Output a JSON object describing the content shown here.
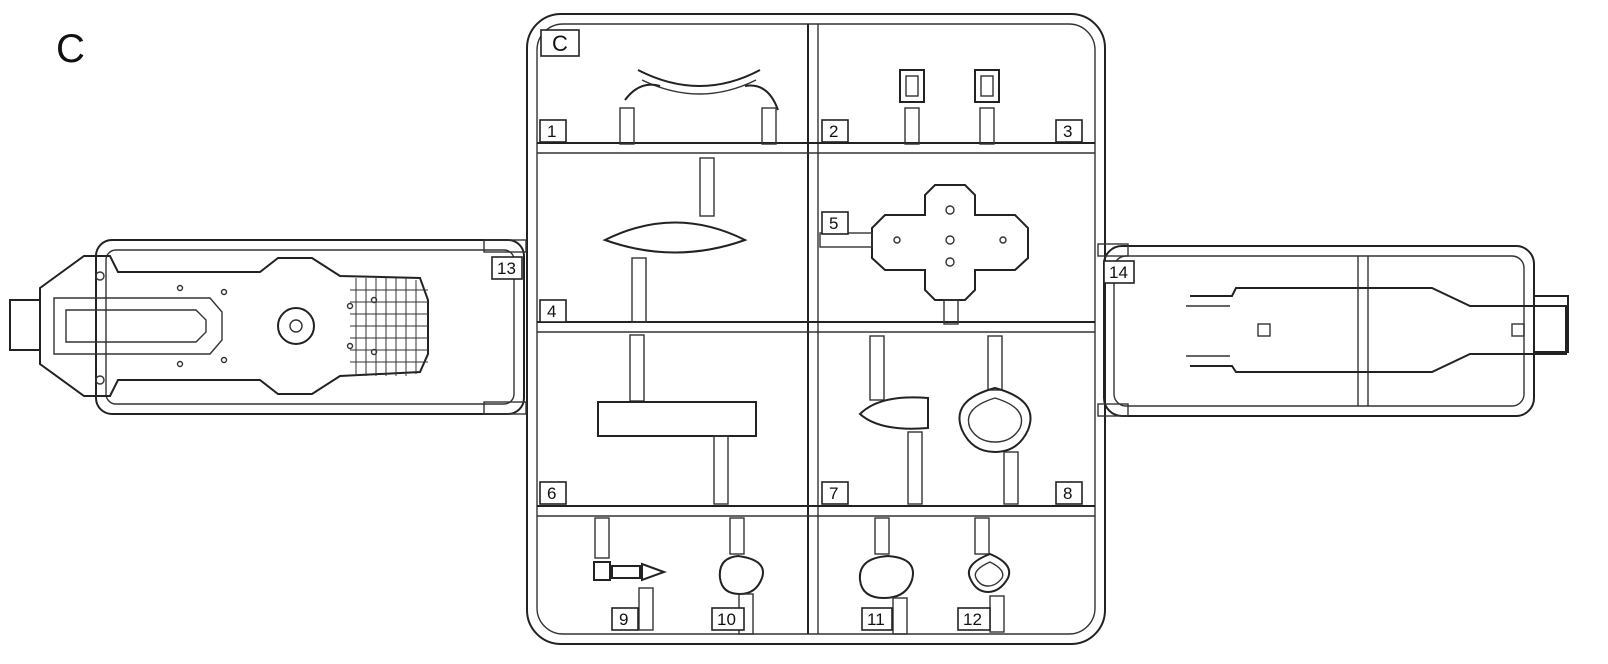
{
  "sheet": {
    "letter": "C",
    "tree_tag": "C"
  },
  "parts": [
    {
      "id": "1",
      "label": "1"
    },
    {
      "id": "2",
      "label": "2"
    },
    {
      "id": "3",
      "label": "3"
    },
    {
      "id": "4",
      "label": "4"
    },
    {
      "id": "5",
      "label": "5"
    },
    {
      "id": "6",
      "label": "6"
    },
    {
      "id": "7",
      "label": "7"
    },
    {
      "id": "8",
      "label": "8"
    },
    {
      "id": "9",
      "label": "9"
    },
    {
      "id": "10",
      "label": "10"
    },
    {
      "id": "11",
      "label": "11"
    },
    {
      "id": "12",
      "label": "12"
    },
    {
      "id": "13",
      "label": "13"
    },
    {
      "id": "14",
      "label": "14"
    }
  ],
  "icons": {
    "sprue_frame": "plastic-model-sprue-frame-icon",
    "hull_left": "hull-part-13-icon",
    "hull_right": "hull-part-14-icon"
  },
  "colors": {
    "ink": "#222222",
    "paper": "#ffffff"
  }
}
